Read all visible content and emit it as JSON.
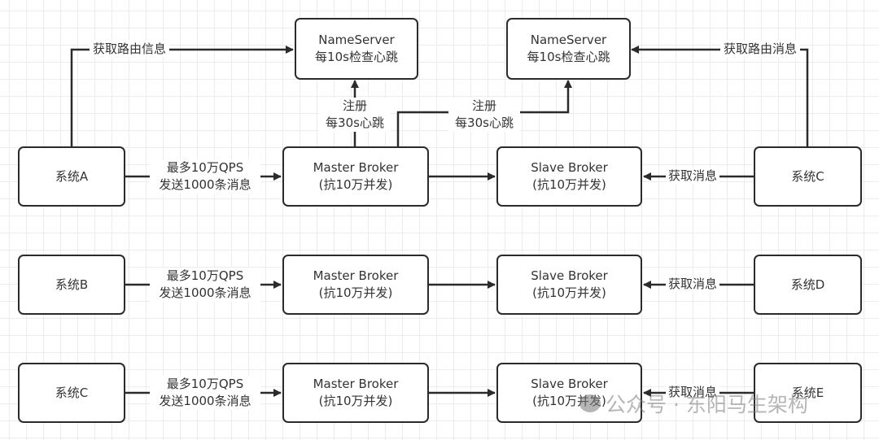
{
  "nameservers": [
    {
      "line1": "NameServer",
      "line2": "每10s检查心跳"
    },
    {
      "line1": "NameServer",
      "line2": "每10s检查心跳"
    }
  ],
  "routing_labels": {
    "left": "获取路由信息",
    "right": "获取路由消息"
  },
  "register_labels": [
    {
      "line1": "注册",
      "line2": "每30s心跳"
    },
    {
      "line1": "注册",
      "line2": "每30s心跳"
    }
  ],
  "rows": [
    {
      "producer": "系统A",
      "send_label_1": "最多10万QPS",
      "send_label_2": "发送1000条消息",
      "master_1": "Master Broker",
      "master_2": "(抗10万并发)",
      "slave_1": "Slave Broker",
      "slave_2": "(抗10万并发)",
      "consume_label": "获取消息",
      "consumer": "系统C"
    },
    {
      "producer": "系统B",
      "send_label_1": "最多10万QPS",
      "send_label_2": "发送1000条消息",
      "master_1": "Master Broker",
      "master_2": "(抗10万并发)",
      "slave_1": "Slave Broker",
      "slave_2": "(抗10万并发)",
      "consume_label": "获取消息",
      "consumer": "系统D"
    },
    {
      "producer": "系统C",
      "send_label_1": "最多10万QPS",
      "send_label_2": "发送1000条消息",
      "master_1": "Master Broker",
      "master_2": "(抗10万并发)",
      "slave_1": "Slave Broker",
      "slave_2": "(抗10万并发)",
      "consume_label": "获取消息",
      "consumer": "系统E"
    }
  ],
  "watermark": "公众号 · 东阳马生架构"
}
